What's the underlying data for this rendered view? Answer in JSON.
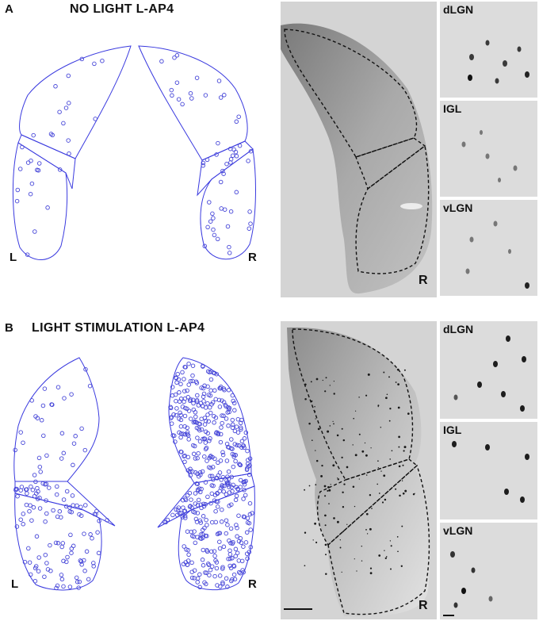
{
  "panels": [
    {
      "letter": "A",
      "title": "NO LIGHT L-AP4",
      "left_label": "L",
      "right_label": "R",
      "micrograph_label": "R",
      "insets": [
        "dLGN",
        "IGL",
        "vLGN"
      ]
    },
    {
      "letter": "B",
      "title": "LIGHT STIMULATION L-AP4",
      "left_label": "L",
      "right_label": "R",
      "micrograph_label": "R",
      "insets": [
        "dLGN",
        "IGL",
        "vLGN"
      ]
    }
  ],
  "colors": {
    "outline": "#3a3adf",
    "cell_marker": "#4646d8",
    "tissue": "#c9c9c9",
    "tissue_dark": "#8a8a8a"
  },
  "cell_density": {
    "A": {
      "left": "low",
      "right": "low"
    },
    "B": {
      "left": "medium",
      "right": "high"
    }
  }
}
